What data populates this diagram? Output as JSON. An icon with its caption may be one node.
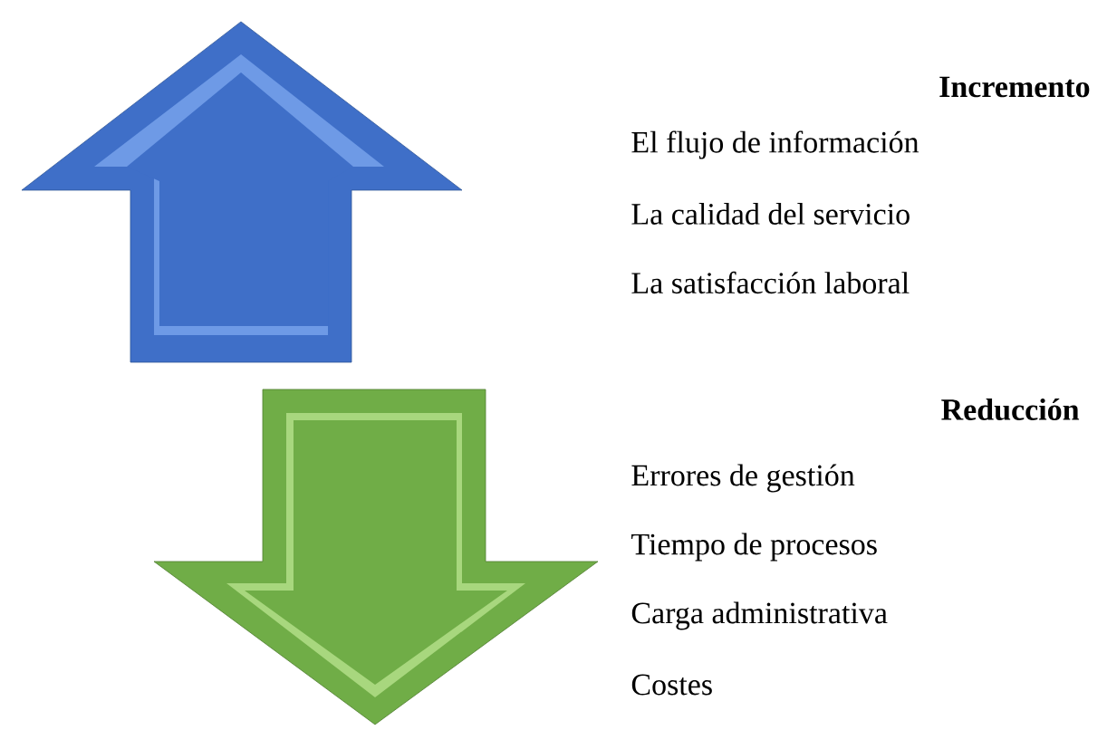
{
  "diagram": {
    "labels": [
      "Incremento",
      "El flujo de información",
      "La calidad del servicio",
      "La satisfacción laboral",
      "Reducción",
      "Errores de gestión",
      "Tiempo de procesos",
      "Carga administrativa",
      "Costes"
    ]
  }
}
